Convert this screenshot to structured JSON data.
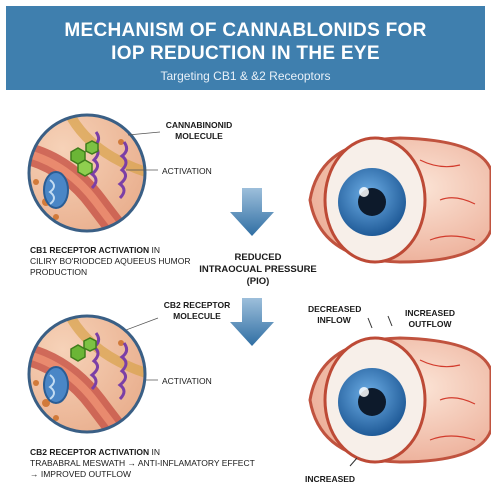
{
  "header": {
    "title_line1": "MECHANISM OF CANNABLONIDS FOR",
    "title_line2": "IOP REDUCTION IN THE EYE",
    "subtitle": "Targeting CB1 & &2 Receoptors"
  },
  "top_panel": {
    "molecule_line1": "CANNABINONID",
    "molecule_line2": "MOLECULE",
    "activation": "ACTIVATION",
    "receptor_bold": "CB1 RECEPTOR ACTIVATION",
    "receptor_rest": " IN",
    "receptor_line2": "CILIRY BO'RIODCED AQUEEUS HUMOR",
    "receptor_line3": "PRODUCTION"
  },
  "center": {
    "line1": "REDUCED",
    "line2": "INTRAOCUAL PRESSURE",
    "line3": "(PIO)"
  },
  "bottom_panel": {
    "molecule_line1": "CB2 RECEPTOR",
    "molecule_line2": "MOLECULE",
    "activation": "ACTIVATION",
    "receptor_bold": "CB2 RECEPTOR ACTIVATION",
    "receptor_rest": " IN",
    "receptor_line2": "TRABABRAL MESWATH → ANTI-INFLAMATORY EFFECT",
    "receptor_line3": "→ IMPROVED OUTFLOW"
  },
  "eye_labels": {
    "decreased_line1": "DECREASED",
    "decreased_line2": "INFLOW",
    "increased_line1": "INCREASED",
    "increased_line2": "OUTFLOW",
    "bottom_increased": "INCREASED"
  },
  "colors": {
    "header": "#3f7fae",
    "arrow": "#3d78ab",
    "iris": "#2e6fb0",
    "sclera_vessel": "#d23b2c",
    "molecule": "#6bb536"
  }
}
